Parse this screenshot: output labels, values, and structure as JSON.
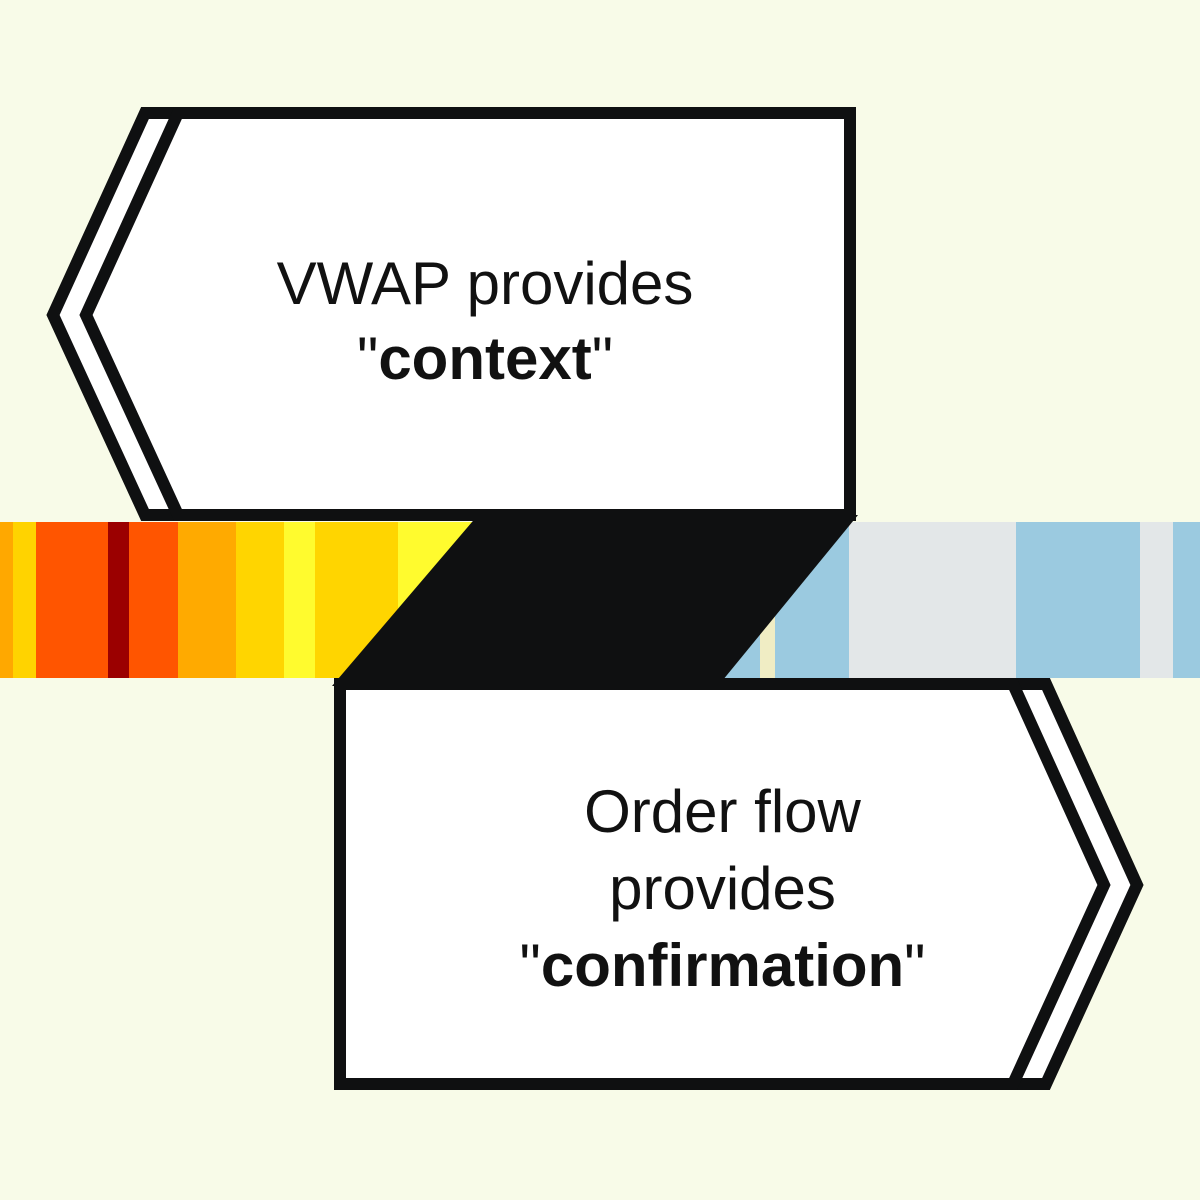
{
  "diagram": {
    "background_color": "#F8FBE8",
    "outline_color": "#0F1011",
    "box_fill": "#FFFFFF",
    "top_arrow": {
      "direction": "left",
      "line1": "VWAP provides",
      "emphasis_prefix": "\"",
      "emphasis": "context",
      "emphasis_suffix": "\""
    },
    "bottom_arrow": {
      "direction": "right",
      "line1": "Order flow",
      "line2": "provides",
      "emphasis_prefix": "\"",
      "emphasis": "confirmation",
      "emphasis_suffix": "\""
    },
    "warm_stripes": [
      {
        "name": "orange",
        "color": "#FFA800",
        "weight": 13
      },
      {
        "name": "yellow",
        "color": "#FFD300",
        "weight": 23
      },
      {
        "name": "orange-red",
        "color": "#FF5500",
        "weight": 72
      },
      {
        "name": "dark-red",
        "color": "#9B0000",
        "weight": 21
      },
      {
        "name": "orange-red",
        "color": "#FF5500",
        "weight": 49
      },
      {
        "name": "orange",
        "color": "#FFAA00",
        "weight": 58
      },
      {
        "name": "yellow",
        "color": "#FFD500",
        "weight": 48
      },
      {
        "name": "bright-yellow",
        "color": "#FFFB2E",
        "weight": 31
      },
      {
        "name": "yellow",
        "color": "#FFD500",
        "weight": 83
      },
      {
        "name": "bright-yellow",
        "color": "#FFFB2E",
        "weight": 82
      }
    ],
    "cool_stripes": [
      {
        "name": "blue",
        "color": "#9BCAE0",
        "weight": 45
      },
      {
        "name": "cream",
        "color": "#F0EDC4",
        "weight": 15
      },
      {
        "name": "blue",
        "color": "#9BCAE0",
        "weight": 74
      },
      {
        "name": "light-gray",
        "color": "#E3E7E8",
        "weight": 167
      },
      {
        "name": "blue",
        "color": "#9BCAE0",
        "weight": 124
      },
      {
        "name": "light-gray",
        "color": "#E3E7E8",
        "weight": 33
      },
      {
        "name": "blue",
        "color": "#9BCAE0",
        "weight": 27
      }
    ]
  }
}
